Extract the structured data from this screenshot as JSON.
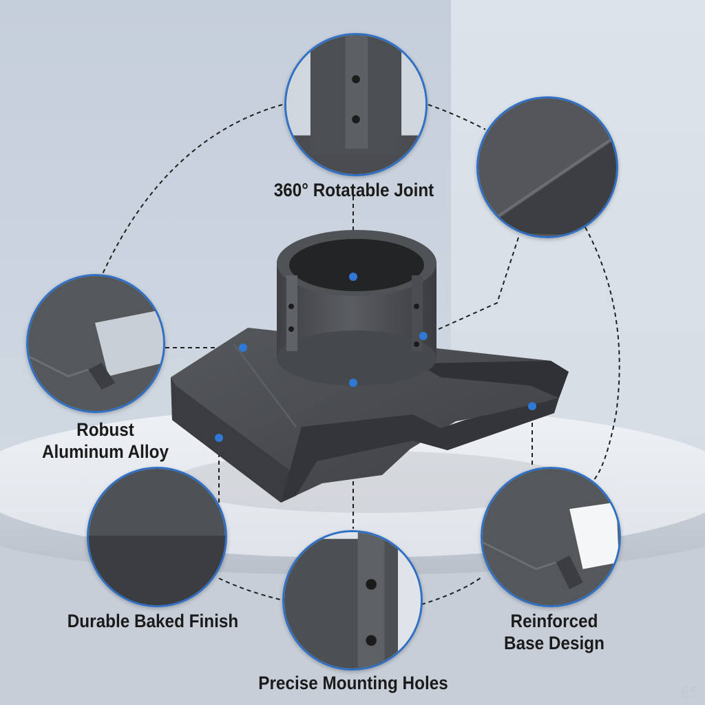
{
  "features": {
    "joint": "360° Rotatable Joint",
    "alloy_line1": "Robust",
    "alloy_line2": "Aluminum Alloy",
    "finish": "Durable Baked Finish",
    "holes": "Precise Mounting Holes",
    "base_line1": "Reinforced",
    "base_line2": "Base Design"
  },
  "watermark": "E5",
  "colors": {
    "background_left": "#c9d2dd",
    "background_right": "#d9e0e8",
    "pedestal": "#e4e8ee",
    "product": "#4a4c4f",
    "accent": "#2f78d6",
    "bubble_border": "#2f6fc4"
  }
}
